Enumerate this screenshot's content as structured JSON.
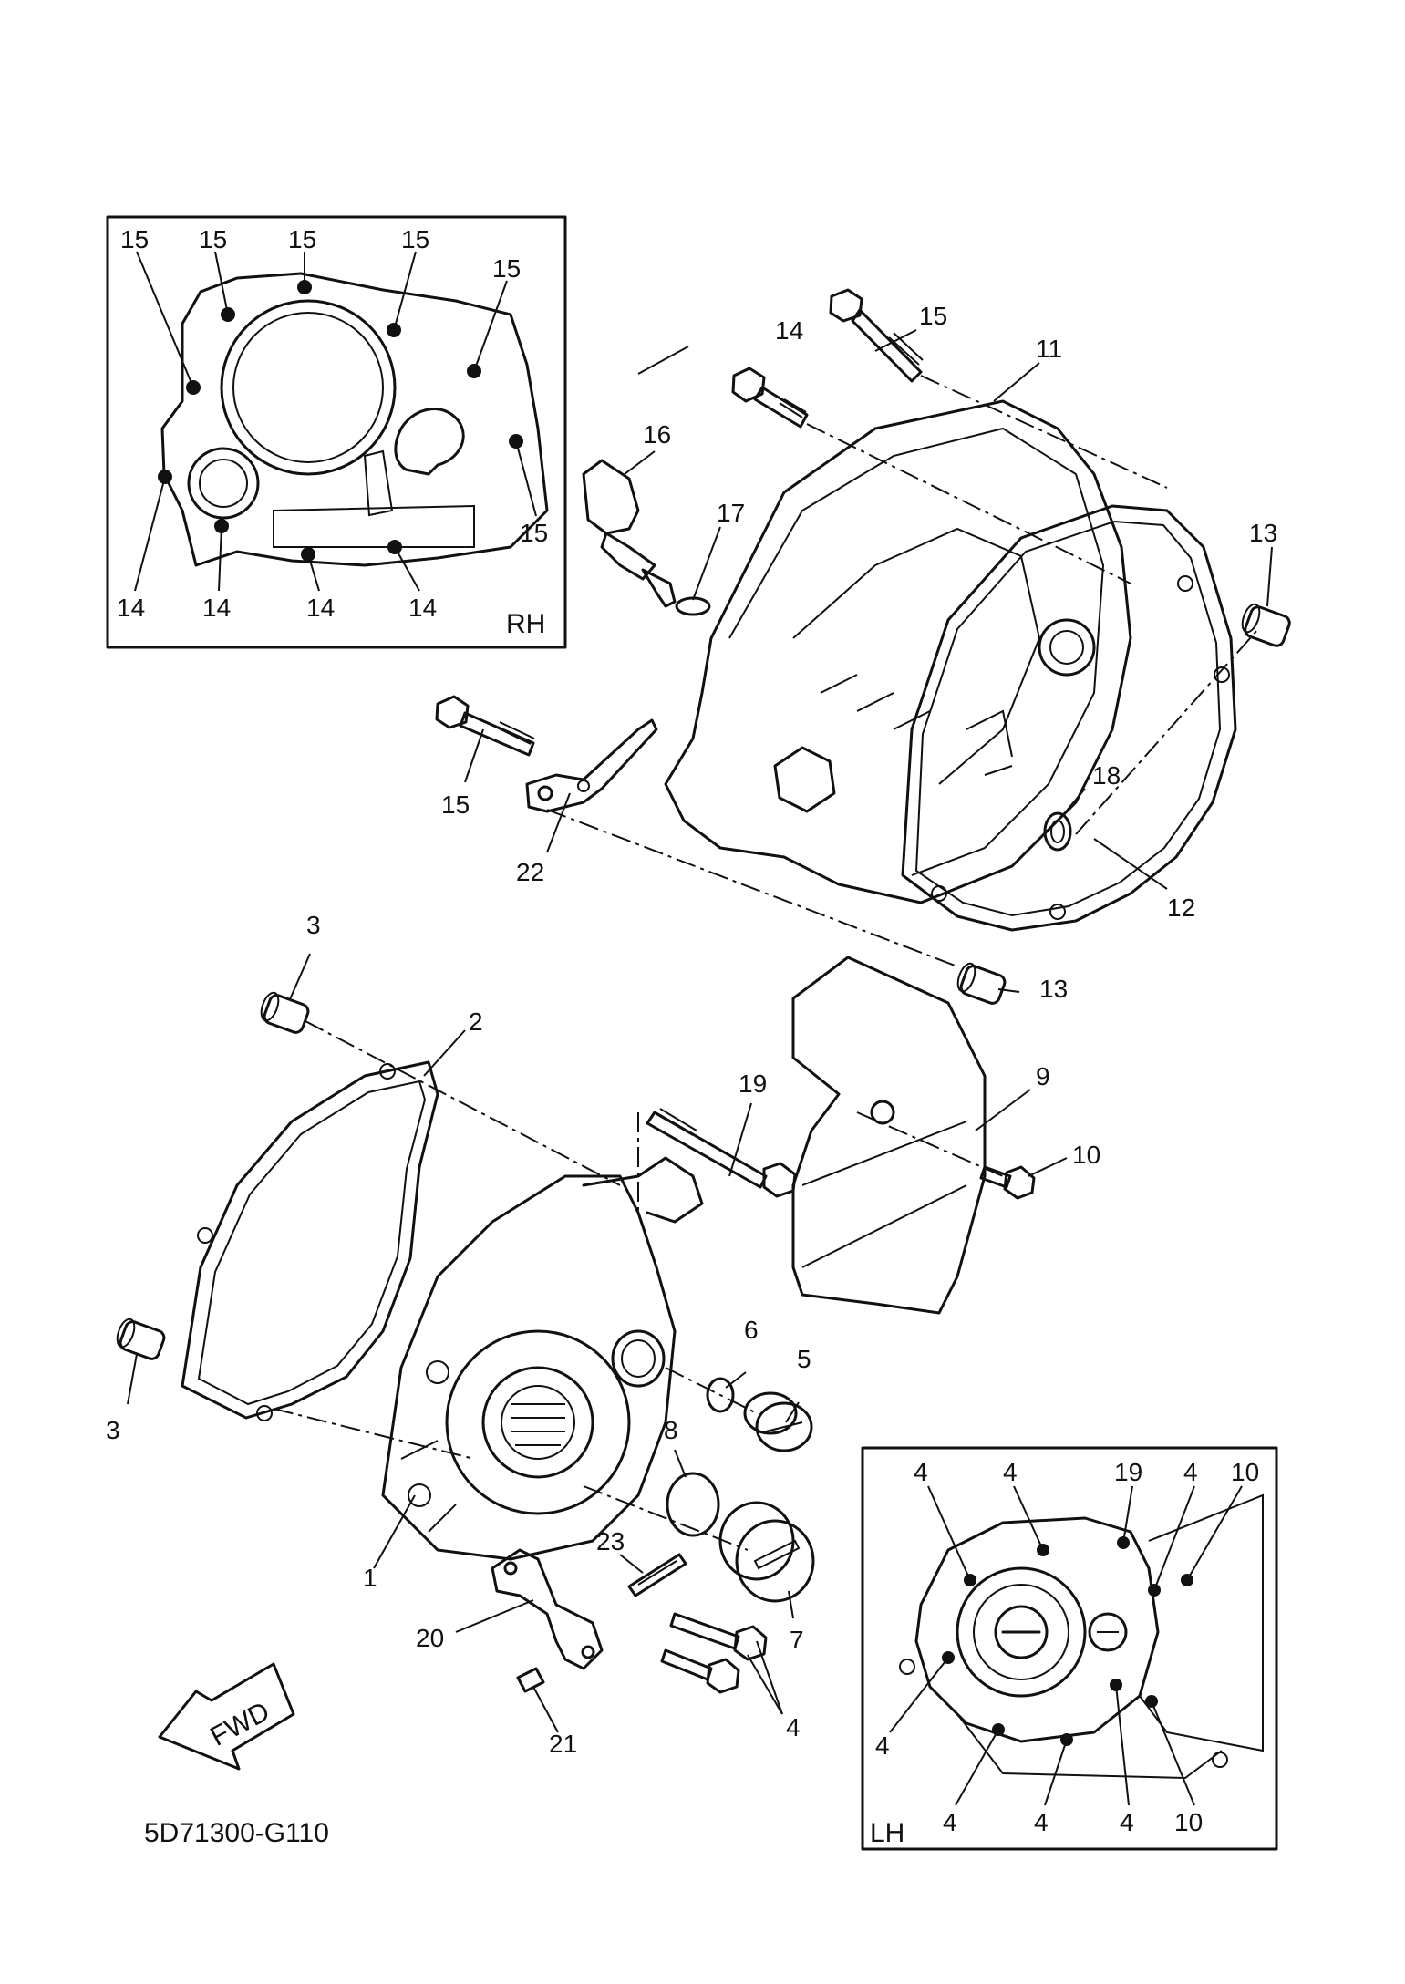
{
  "diagram_code": "5D71300-G110",
  "fwd_label": "FWD",
  "inset_rh": {
    "label": "RH",
    "callouts": [
      "15",
      "15",
      "15",
      "15",
      "15",
      "15",
      "14",
      "14",
      "14",
      "14"
    ]
  },
  "inset_lh": {
    "label": "LH",
    "callouts": [
      "4",
      "4",
      "19",
      "4",
      "10",
      "4",
      "4",
      "4",
      "4",
      "10"
    ]
  },
  "parts": [
    "1",
    "2",
    "3",
    "3",
    "4",
    "5",
    "6",
    "7",
    "8",
    "9",
    "10",
    "11",
    "12",
    "13",
    "13",
    "14",
    "15",
    "15",
    "16",
    "17",
    "18",
    "19",
    "20",
    "21",
    "22",
    "23"
  ]
}
